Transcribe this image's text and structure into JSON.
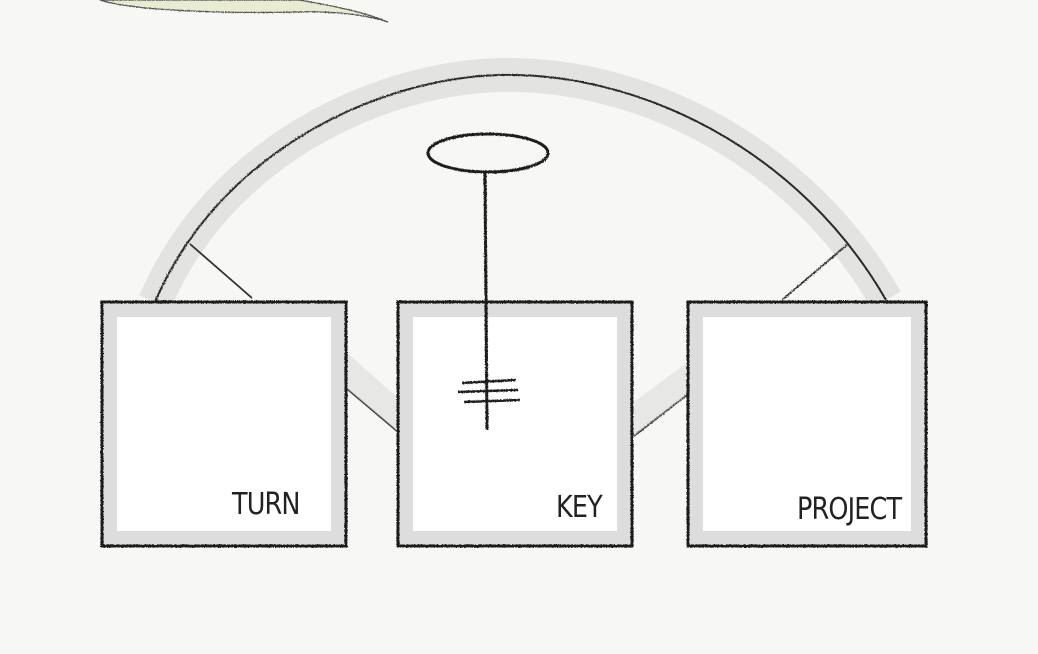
{
  "diagram": {
    "boxes": [
      {
        "label": "TURN"
      },
      {
        "label": "KEY"
      },
      {
        "label": "PROJECT"
      }
    ]
  },
  "colors": {
    "paper": "#f7f7f5",
    "ink": "#222222",
    "pencil_shade": "#c9c9c9",
    "leaf_tint": "#e9ecd2"
  },
  "icons": [
    "key-icon"
  ]
}
